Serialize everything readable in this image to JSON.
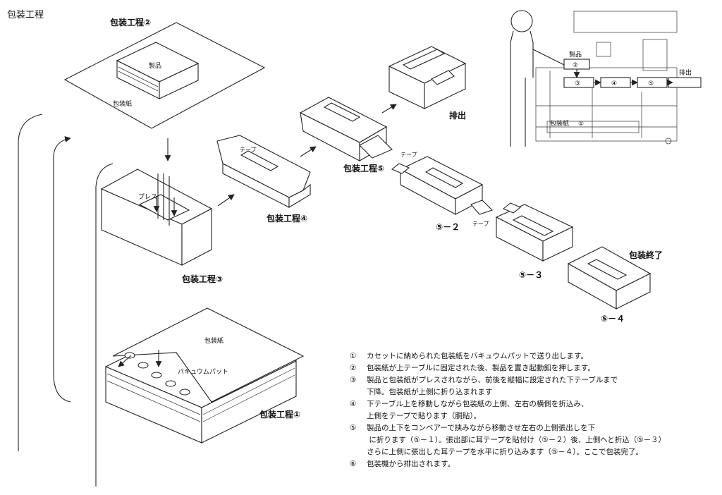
{
  "title": "包装工程",
  "stages": {
    "stage1": "包装工程①",
    "stage2": "包装工程②",
    "stage3": "包装工程③",
    "stage4": "包装工程④",
    "stage5": "包装工程⑤",
    "stage5_2": "⑤－２",
    "stage5_3": "⑤－３",
    "stage5_4": "⑤－４",
    "discharge": "排出",
    "finished": "包装終了"
  },
  "labels": {
    "product": "製品",
    "wrapping_paper": "包装紙",
    "press": "プレス",
    "tape": "テープ",
    "vacuum_pad": "バキュウムパット"
  },
  "machine": {
    "product": "製品",
    "station2": "②",
    "station3": "③",
    "station4": "④",
    "station5": "⑤",
    "discharge": "排出",
    "wrapping_paper": "包装紙",
    "station1": "①"
  },
  "steps": [
    {
      "num": "①",
      "text": "カセットに納められた包装紙をバキュウムパットで送り出します。"
    },
    {
      "num": "②",
      "text": "包装紙が上テーブルに固定された後、製品を置き起動釦を押します。"
    },
    {
      "num": "③",
      "text": "製品と包装紙がプレスされながら、前後を縦幅に設定された下テーブルまで\n下降。包装紙が上側に折り込まれます"
    },
    {
      "num": "④",
      "text": "下テーブル上を移動しながら包装紙の上側、左右の横側を折込み、\n上側をテープで貼ります（胴貼）。"
    },
    {
      "num": "⑤",
      "text": "製品の上下をコンベアーで挟みながら移動させ左右の上側張出しを下\n に折ります（⑤－１）。張出部に耳テープを貼付け（⑤－２）後、上側へと折込（⑤－３）\nさらに上側に張出した耳テープを水平に折り込みます（⑤－４）。ここで包装完了。"
    },
    {
      "num": "⑥",
      "text": "包装機から排出されます。"
    }
  ]
}
